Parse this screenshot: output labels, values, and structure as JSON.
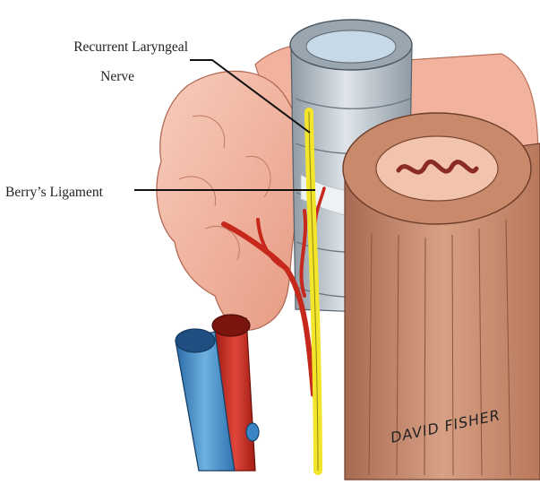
{
  "labels": {
    "recurrent_laryngeal_nerve": [
      "Recurrent Laryngeal",
      "Nerve"
    ],
    "berrys_ligament": "Berry’s Ligament"
  },
  "signature": "DAVID FISHER",
  "colors": {
    "thyroid": "#f3b5a1",
    "trachea": "#b8c3cb",
    "esophagus": "#c98a6c",
    "nerve": "#f2e52b",
    "artery": "#c7281c",
    "vein": "#3a86c4"
  }
}
